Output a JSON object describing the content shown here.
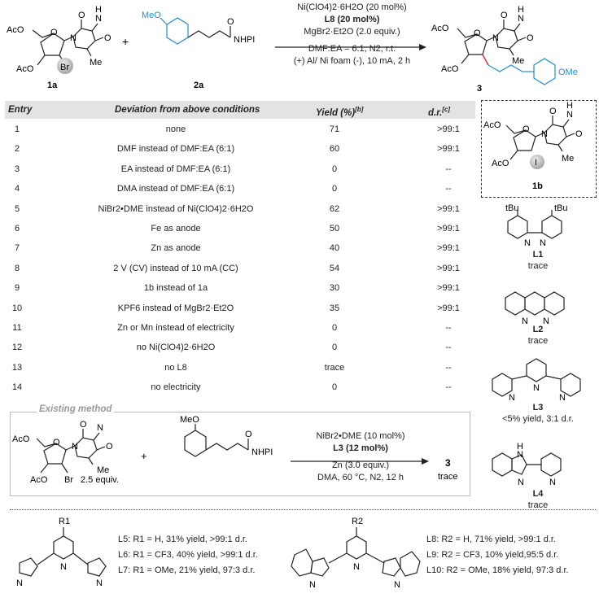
{
  "scheme": {
    "reactant1_label": "1a",
    "reactant2_label": "2a",
    "product_label": "3",
    "plus": "+",
    "atoms": {
      "ac": "AcO",
      "o": "O",
      "n": "N",
      "h": "H",
      "me": "Me",
      "br": "Br",
      "meo": "MeO",
      "ome": "OMe",
      "nhpi": "NHPI",
      "i": "I"
    },
    "conditions": [
      "Ni(ClO4)2·6H2O (20 mol%)",
      "L8 (20 mol%)",
      "MgBr2·Et2O (2.0 equiv.)",
      "DMF:EA = 6:1, N2, r.t.",
      "(+) Al/ Ni foam (-), 10 mA, 2 h"
    ]
  },
  "table": {
    "headers": {
      "entry": "Entry",
      "deviation": "Deviation from above conditions",
      "yield": "Yield (%)",
      "yield_sup": "[b]",
      "dr": "d.r.",
      "dr_sup": "[c]"
    },
    "rows": [
      {
        "entry": "1",
        "deviation": "none",
        "yield": "71",
        "dr": ">99:1"
      },
      {
        "entry": "2",
        "deviation": "DMF instead of DMF:EA (6:1)",
        "yield": "60",
        "dr": ">99:1"
      },
      {
        "entry": "3",
        "deviation": "EA instead of DMF:EA (6:1)",
        "yield": "0",
        "dr": "--"
      },
      {
        "entry": "4",
        "deviation": "DMA instead of DMF:EA (6:1)",
        "yield": "0",
        "dr": "--"
      },
      {
        "entry": "5",
        "deviation": "NiBr2•DME instead of Ni(ClO4)2·6H2O",
        "yield": "62",
        "dr": ">99:1"
      },
      {
        "entry": "6",
        "deviation": "Fe as anode",
        "yield": "50",
        "dr": ">99:1"
      },
      {
        "entry": "7",
        "deviation": "Zn as anode",
        "yield": "40",
        "dr": ">99:1"
      },
      {
        "entry": "8",
        "deviation": "2 V (CV) instead of 10 mA (CC)",
        "yield": "54",
        "dr": ">99:1"
      },
      {
        "entry": "9",
        "deviation": "1b instead of 1a",
        "yield": "30",
        "dr": ">99:1"
      },
      {
        "entry": "10",
        "deviation": "KPF6 instead of MgBr2·Et2O",
        "yield": "35",
        "dr": ">99:1"
      },
      {
        "entry": "11",
        "deviation": "Zn or Mn instead of electricity",
        "yield": "0",
        "dr": "--"
      },
      {
        "entry": "12",
        "deviation": "no Ni(ClO4)2·6H2O",
        "yield": "0",
        "dr": "--"
      },
      {
        "entry": "13",
        "deviation": "no L8",
        "yield": "trace",
        "dr": "--"
      },
      {
        "entry": "14",
        "deviation": "no electricity",
        "yield": "0",
        "dr": "--"
      }
    ]
  },
  "side": {
    "b1_label": "1b",
    "ligands": [
      {
        "label": "L1",
        "note": "trace",
        "substituent": "tBu"
      },
      {
        "label": "L2",
        "note": "trace"
      },
      {
        "label": "L3",
        "note": "<5% yield, 3:1 d.r."
      },
      {
        "label": "L4",
        "note": "trace"
      }
    ]
  },
  "existing": {
    "title": "Existing method",
    "equiv": "2.5 equiv.",
    "conditions": [
      "NiBr2•DME (10 mol%)",
      "L3 (12 mol%)",
      "Zn (3.0 equiv.)",
      "DMA, 60 °C, N2, 12 h"
    ],
    "product": "3",
    "result": "trace"
  },
  "bottom": {
    "r1": "R1",
    "r2": "R2",
    "left_ligands": [
      "L5: R1 = H, 31% yield, >99:1  d.r.",
      "L6: R1 = CF3, 40% yield, >99:1  d.r.",
      "L7: R1 = OMe, 21% yield, 97:3  d.r."
    ],
    "right_ligands": [
      "L8: R2 = H, 71% yield, >99:1  d.r.",
      "L9: R2 = CF3, 10% yield,95:5  d.r.",
      "L10: R2 = OMe, 18% yield, 97:3  d.r."
    ]
  },
  "colors": {
    "accent_blue": "#1f8fd6",
    "bond_red": "#d9262c",
    "header_bg": "#e3e3e3",
    "sphere": "#bbbbbb"
  }
}
